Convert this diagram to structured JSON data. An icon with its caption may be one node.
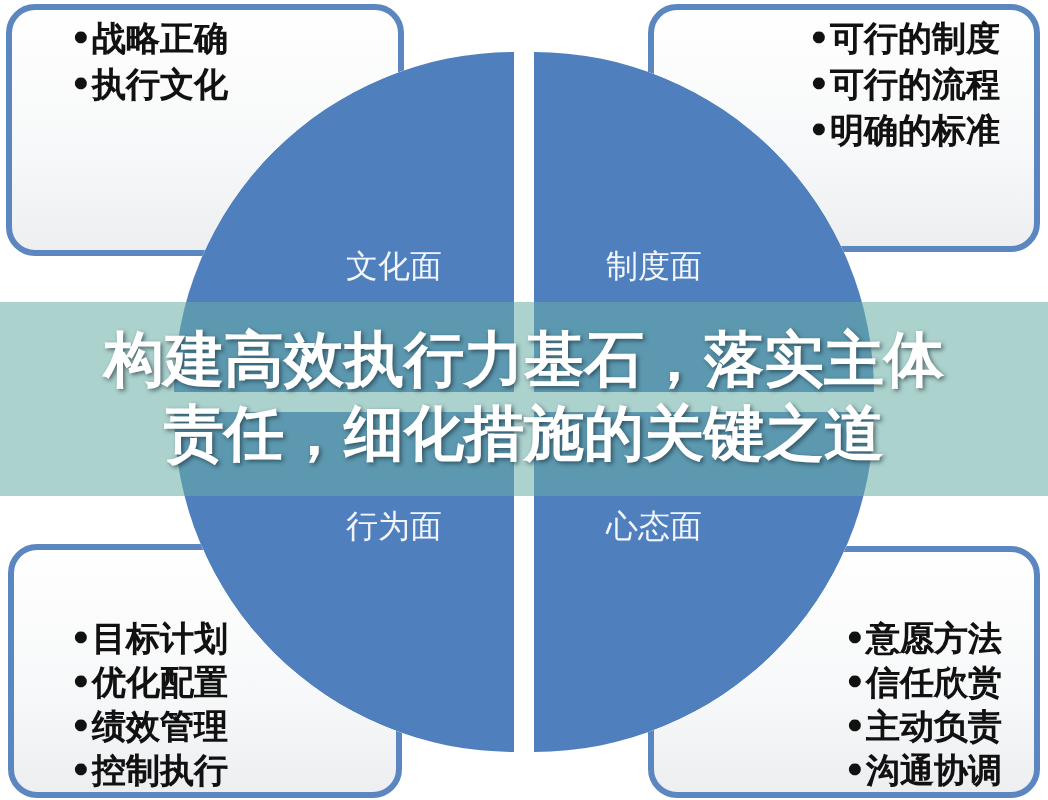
{
  "diagram": {
    "title": "构建高效执行力基石，落实主体责任，细化措施的关键之道",
    "nodes": [
      {
        "text": [
          "•战略正确",
          "•执行文化"
        ]
      },
      {
        "text": [
          "•可行的制度",
          "•可行的流程",
          "•明确的标准"
        ]
      },
      {
        "text": [
          "文化面"
        ]
      },
      {
        "text": [
          "制度面"
        ]
      },
      {
        "text": [
          "行为面"
        ]
      },
      {
        "text": [
          "心态面"
        ]
      },
      {
        "text": [
          "•目标计划",
          "•优化配置",
          "•绩效管理",
          "•控制执行"
        ]
      },
      {
        "text": [
          "•意愿方法",
          "•信任欣赏",
          "•主动负责",
          "•沟通协调"
        ]
      }
    ]
  }
}
